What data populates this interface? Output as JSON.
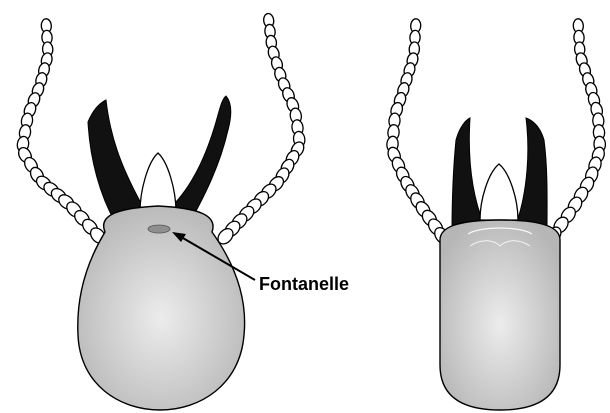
{
  "figure": {
    "annotation_label": "Fontanelle",
    "colors": {
      "head_fill_center": "#ececec",
      "head_fill_edge": "#b6b6b6",
      "outline": "#000000",
      "mandible": "#111111",
      "fontanelle": "#8f8f8f",
      "background": "#ffffff"
    },
    "specimens": [
      {
        "head_shape": "oval",
        "has_fontanelle": true
      },
      {
        "head_shape": "rectangular",
        "has_fontanelle": false
      }
    ]
  }
}
